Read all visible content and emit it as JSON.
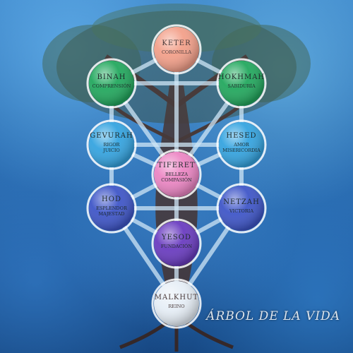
{
  "caption": "ÁRBOL DE LA VIDA",
  "sefirot": [
    {
      "id": "keter",
      "name": "KETER",
      "sub": [
        "CORONILLA"
      ],
      "color": "#f3a08a"
    },
    {
      "id": "binah",
      "name": "BINAH",
      "sub": [
        "COMPRENSIÓN"
      ],
      "color": "#23a85e"
    },
    {
      "id": "hokhmah",
      "name": "HOKHMAH",
      "sub": [
        "SABIDURÍA"
      ],
      "color": "#23a85e"
    },
    {
      "id": "gevurah",
      "name": "GEVURAH",
      "sub": [
        "RIGOR",
        "JUICIO"
      ],
      "color": "#35a4e0"
    },
    {
      "id": "hesed",
      "name": "HESED",
      "sub": [
        "AMOR",
        "MISERICORDIA"
      ],
      "color": "#35a4e0"
    },
    {
      "id": "tiferet",
      "name": "TIFERET",
      "sub": [
        "BELLEZA",
        "COMPASIÓN"
      ],
      "color": "#ec86c4"
    },
    {
      "id": "hod",
      "name": "HOD",
      "sub": [
        "ESPLENDOR",
        "MAJESTAD"
      ],
      "color": "#3f56c8"
    },
    {
      "id": "netzah",
      "name": "NETZAH",
      "sub": [
        "VICTORIA"
      ],
      "color": "#3f56c8"
    },
    {
      "id": "yesod",
      "name": "YESOD",
      "sub": [
        "FUNDACIÓN"
      ],
      "color": "#6a3cc0"
    },
    {
      "id": "malkhut",
      "name": "MALKHUT",
      "sub": [
        "REINO"
      ],
      "color": "#e6eef6"
    }
  ],
  "paths": [
    [
      "keter",
      "binah"
    ],
    [
      "keter",
      "hokhmah"
    ],
    [
      "binah",
      "hokhmah"
    ],
    [
      "keter",
      "tiferet"
    ],
    [
      "binah",
      "tiferet"
    ],
    [
      "hokhmah",
      "tiferet"
    ],
    [
      "binah",
      "gevurah"
    ],
    [
      "hokhmah",
      "hesed"
    ],
    [
      "gevurah",
      "hesed"
    ],
    [
      "gevurah",
      "tiferet"
    ],
    [
      "hesed",
      "tiferet"
    ],
    [
      "gevurah",
      "hod"
    ],
    [
      "hesed",
      "netzah"
    ],
    [
      "hod",
      "tiferet"
    ],
    [
      "netzah",
      "tiferet"
    ],
    [
      "hod",
      "netzah"
    ],
    [
      "hod",
      "yesod"
    ],
    [
      "netzah",
      "yesod"
    ],
    [
      "tiferet",
      "yesod"
    ],
    [
      "hod",
      "malkhut"
    ],
    [
      "netzah",
      "malkhut"
    ],
    [
      "yesod",
      "malkhut"
    ]
  ]
}
